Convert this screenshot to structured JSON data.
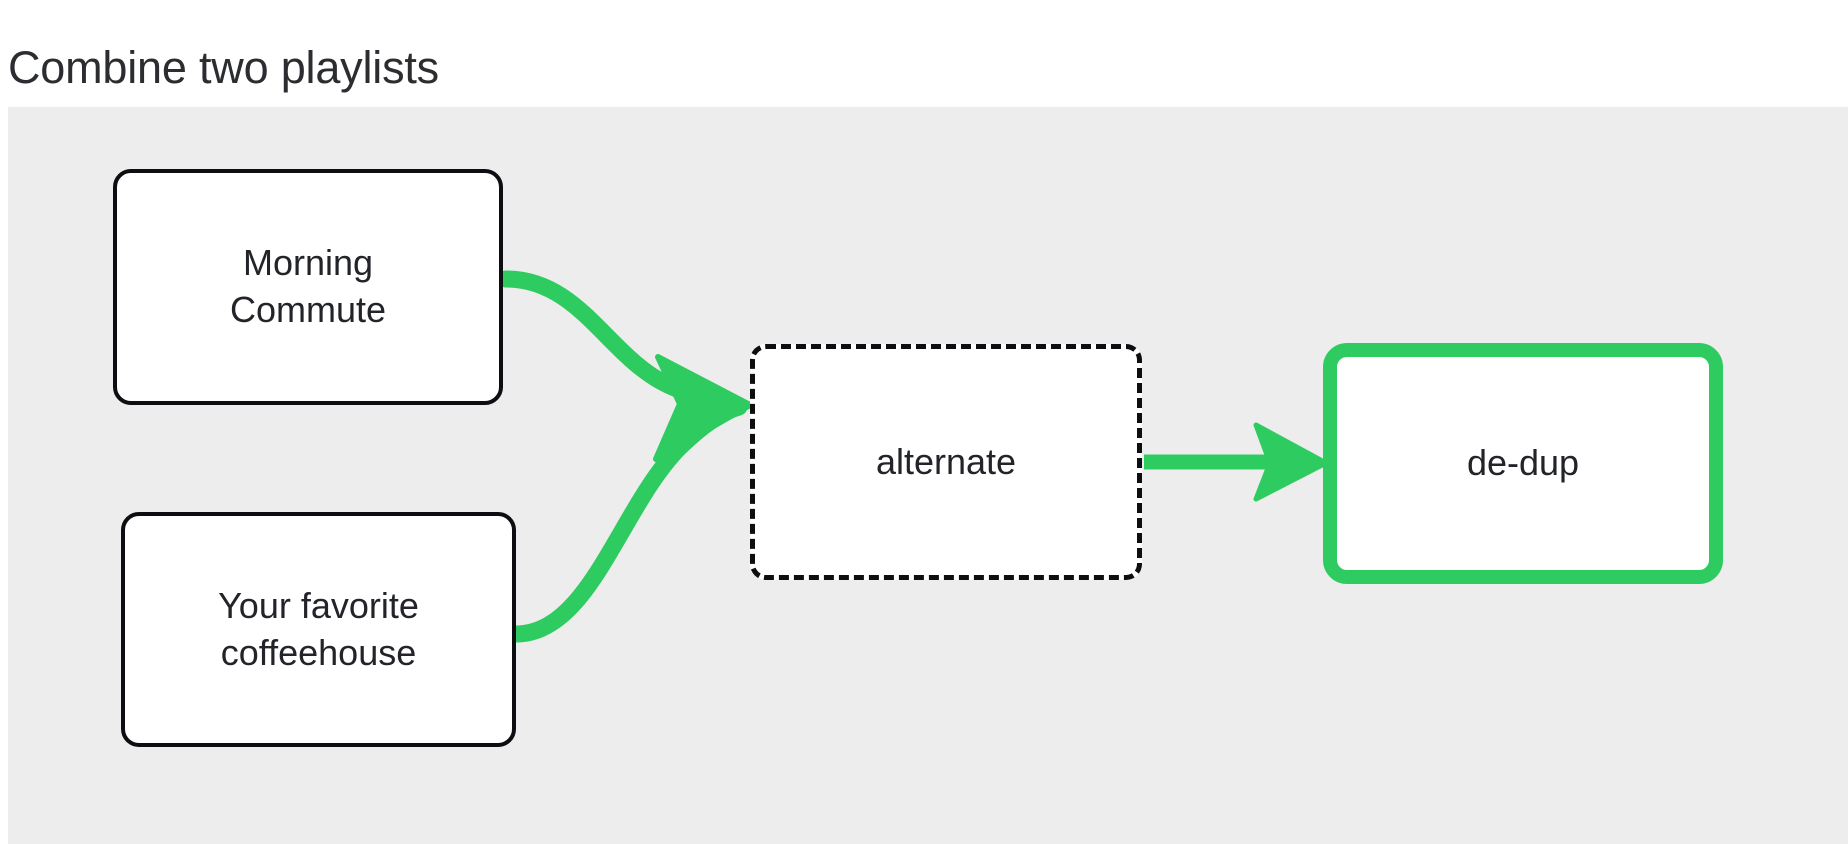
{
  "page": {
    "title": "Combine two playlists",
    "background_color": "#ffffff",
    "canvas_color": "#ededed",
    "text_color": "#22242a",
    "accent_color": "#2ecb60"
  },
  "diagram": {
    "type": "flowchart",
    "direction": "left-to-right",
    "nodes": [
      {
        "id": "morning-commute",
        "label": "Morning\nCommute",
        "shape": "rounded-rect",
        "style": "solid",
        "border_color": "#0d0e11",
        "fill_color": "#ffffff"
      },
      {
        "id": "coffeehouse",
        "label": "Your favorite\ncoffeehouse",
        "shape": "rounded-rect",
        "style": "solid",
        "border_color": "#0d0e11",
        "fill_color": "#ffffff"
      },
      {
        "id": "alternate",
        "label": "alternate",
        "shape": "rounded-rect",
        "style": "dashed",
        "border_color": "#0d0e11",
        "fill_color": "#ffffff"
      },
      {
        "id": "dedup",
        "label": "de-dup",
        "shape": "rounded-rect",
        "style": "thick-accent",
        "border_color": "#2ecb60",
        "fill_color": "#ffffff"
      }
    ],
    "edges": [
      {
        "id": "edge-morning-to-alternate",
        "from": "morning-commute",
        "to": "alternate",
        "style": "curved",
        "color": "#2ecb60",
        "arrowhead": true
      },
      {
        "id": "edge-coffeehouse-to-alternate",
        "from": "coffeehouse",
        "to": "alternate",
        "style": "curved",
        "color": "#2ecb60",
        "arrowhead": true
      },
      {
        "id": "edge-alternate-to-dedup",
        "from": "alternate",
        "to": "dedup",
        "style": "straight",
        "color": "#2ecb60",
        "arrowhead": true
      }
    ]
  }
}
